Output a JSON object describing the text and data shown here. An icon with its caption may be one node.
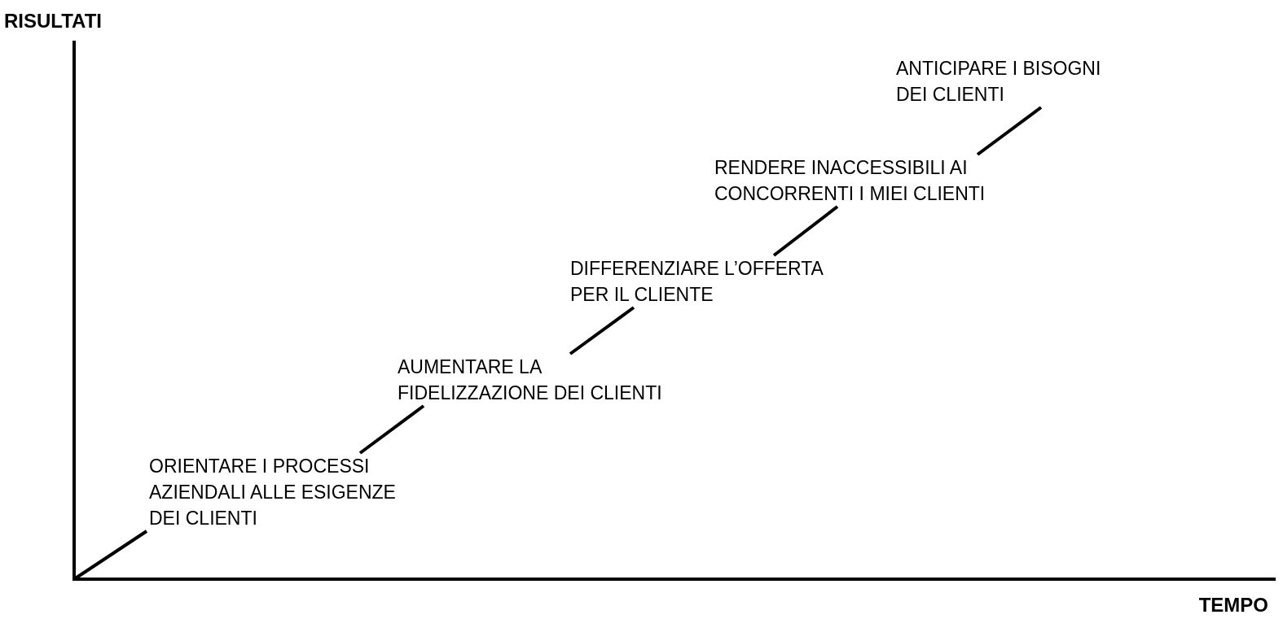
{
  "diagram": {
    "nodes": [
      {
        "text": [
          "ORIENTARE I PROCESSI AZIENDALI ALLE ESIGENZE DEI CLIENTI"
        ]
      },
      {
        "text": [
          "AUMENTARE LA FIDELIZZAZIONE DEI CLIENTI"
        ]
      },
      {
        "text": [
          "DIFFERENZIARE L’OFFERTA PER IL CLIENTE"
        ]
      },
      {
        "text": [
          "RENDERE INACCESSIBILI AI CONCORRENTI I MIEI CLIENTI"
        ]
      },
      {
        "text": [
          "ANTICIPARE I BISOGNI DEI CLIENTI"
        ]
      }
    ],
    "edges": [
      {
        "from": null,
        "to": 0,
        "arrow": "none"
      },
      {
        "from": 0,
        "to": 1,
        "arrow": "none"
      },
      {
        "from": 1,
        "to": 2,
        "arrow": "none"
      },
      {
        "from": 2,
        "to": 3,
        "arrow": "none"
      },
      {
        "from": 3,
        "to": 4,
        "arrow": "none"
      }
    ],
    "labels": [
      "RISULTATI",
      "TEMPO"
    ]
  }
}
